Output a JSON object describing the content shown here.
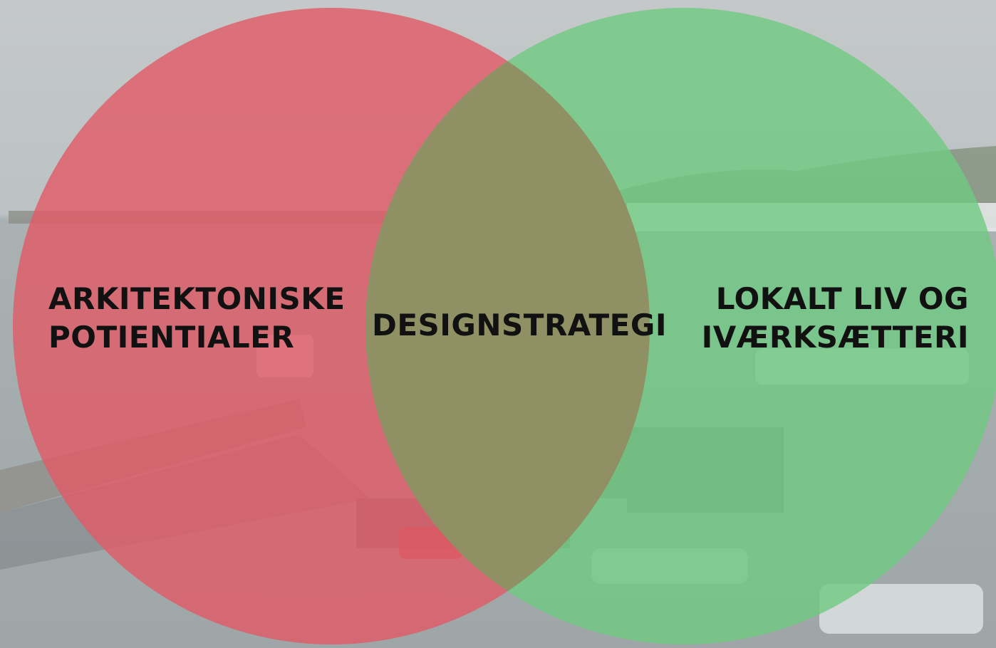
{
  "diagram": {
    "left_circle": {
      "label_lines": [
        "ARKITEKTONISKE",
        "POTIENTIALER"
      ],
      "color": "#d9646d"
    },
    "overlap": {
      "label": "DESIGNSTRATEGI",
      "color": "#8f8d62"
    },
    "right_circle": {
      "label_lines": [
        "LOKALT LIV OG",
        "IVÆRKSÆTTERI"
      ],
      "color": "#7cc48a"
    }
  },
  "background": {
    "description_icon": "harbor-photo",
    "tint": "#b9bfbf"
  }
}
